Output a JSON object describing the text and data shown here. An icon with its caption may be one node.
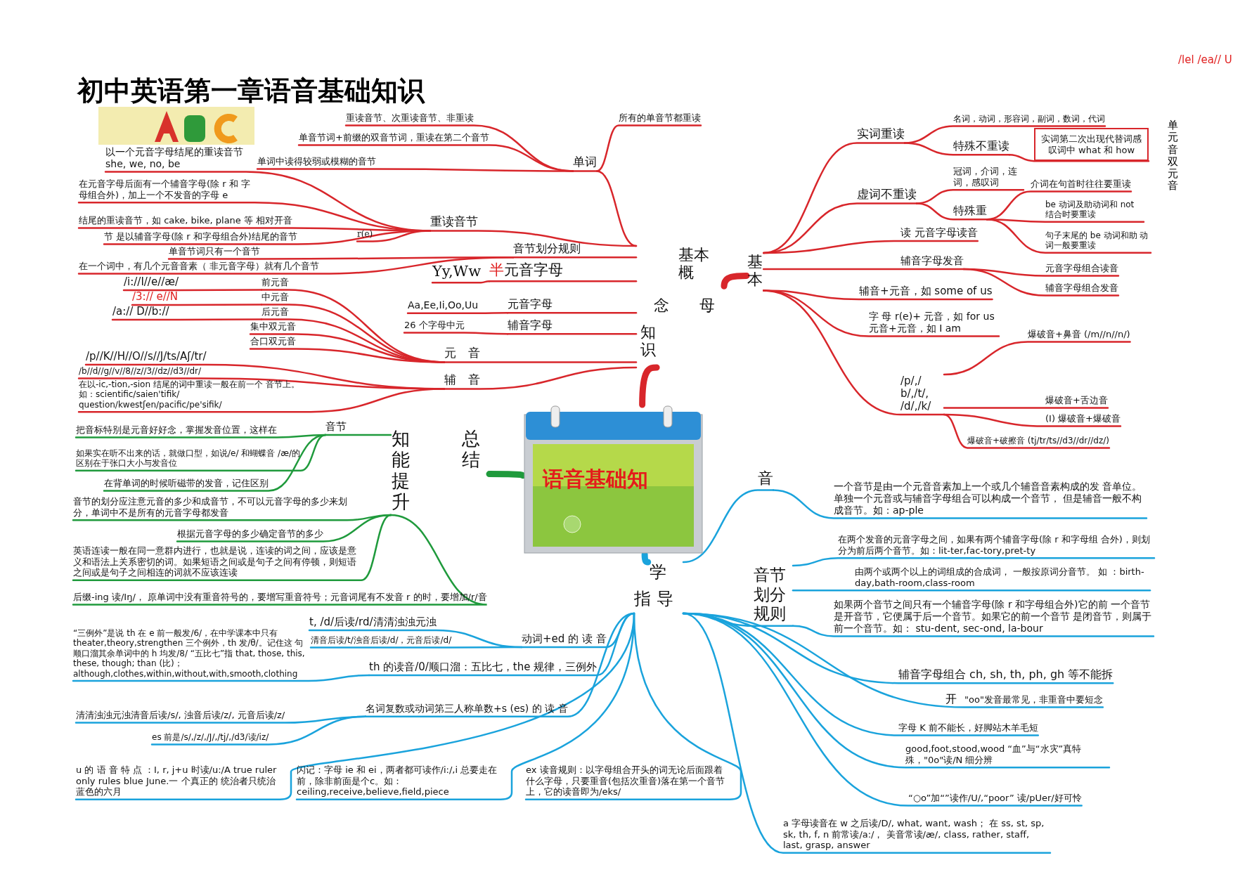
{
  "diagram": {
    "title": "初中英语第一章语音基础知识",
    "nodes": [
      {
        "text": [
          "语音基础知"
        ]
      },
      {
        "text": [
          "基本概",
          "念",
          "母",
          "知识"
        ]
      },
      {
        "text": [
          "基本"
        ]
      },
      {
        "text": [
          "单词"
        ]
      },
      {
        "text": [
          "重读音节"
        ]
      },
      {
        "text": [
          "音节划分规则"
        ]
      },
      {
        "text": [
          "半元音字母"
        ]
      },
      {
        "text": [
          "Yy,Ww"
        ]
      },
      {
        "text": [
          "元音字母"
        ]
      },
      {
        "text": [
          "Aa,Ee,Ii,Oo,Uu"
        ]
      },
      {
        "text": [
          "辅音字母"
        ]
      },
      {
        "text": [
          "26 个字母中元"
        ]
      },
      {
        "text": [
          "元　音"
        ]
      },
      {
        "text": [
          "辅　音"
        ]
      },
      {
        "text": [
          "重读音节、次重读音节、非重读"
        ]
      },
      {
        "text": [
          "单音节词+前缀的双音节词，重读在第二个音节"
        ]
      },
      {
        "text": [
          "所有的单音节都重读"
        ]
      },
      {
        "text": [
          "单词中读得较弱或模糊的音节"
        ]
      },
      {
        "text": [
          "以一个元音字母结尾的重读音节 she, we, no, be"
        ]
      },
      {
        "text": [
          "在元音字母后面有一个辅音字母(除 r 和 字母组合外)，加上一个不发音的字母 e"
        ]
      },
      {
        "text": [
          "结尾的重读音节，如 cake, bike, plane 等 相对开音"
        ]
      },
      {
        "text": [
          "节 是以辅音字母(除 r 和字母组合外)结尾的音节"
        ]
      },
      {
        "text": [
          "r(e)"
        ]
      },
      {
        "text": [
          "单音节词只有一个音节"
        ]
      },
      {
        "text": [
          "在一个词中，有几个元音音素（ 非元音字母）就有几个音节"
        ]
      },
      {
        "text": [
          "前元音"
        ]
      },
      {
        "text": [
          "中元音"
        ]
      },
      {
        "text": [
          "后元音"
        ]
      },
      {
        "text": [
          "集中双元音"
        ]
      },
      {
        "text": [
          "合口双元音"
        ]
      },
      {
        "text": [
          "/i://I//e//æ/"
        ]
      },
      {
        "text": [
          "/3:// e//N"
        ]
      },
      {
        "text": [
          "/a:// D//b://"
        ]
      },
      {
        "text": [
          "/p//K//H//O//s//J/ts/Aʃ/tr/"
        ]
      },
      {
        "text": [
          "/b//d//g//v//8//z//3//dz//d3//dr/"
        ]
      },
      {
        "text": [
          "在以-ic,-tion,-sion 结尾的词中重读一般在前一个 音节上。如：scientific/saien'tifik/ question/kwestʃen/pacific/pe'sifik/"
        ]
      },
      {
        "text": [
          "实词重读"
        ]
      },
      {
        "text": [
          "虚词不重读"
        ]
      },
      {
        "text": [
          "名词，动词，形容词，副词，数词，代词"
        ]
      },
      {
        "text": [
          "特殊不重读"
        ]
      },
      {
        "text": [
          "实词第二次出现代替词感叹词中 what 和 how"
        ]
      },
      {
        "text": [
          "冠词，介词，连词，感叹词"
        ]
      },
      {
        "text": [
          "特殊重"
        ]
      },
      {
        "text": [
          "介词在句首时往往要重读"
        ]
      },
      {
        "text": [
          "be 动词及助动词和 not 结合时要重读"
        ]
      },
      {
        "text": [
          "句子末尾的 be 动词和助 动词一般要重读"
        ]
      },
      {
        "text": [
          "读 元音字母读音"
        ]
      },
      {
        "text": [
          "辅音字母发音"
        ]
      },
      {
        "text": [
          "元音字母组合读音"
        ]
      },
      {
        "text": [
          "辅音字母组合发音"
        ]
      },
      {
        "text": [
          "辅音+元音，如 some of us"
        ]
      },
      {
        "text": [
          "字 母 r(e)+ 元音，如 for us 元音+元音，如 I am"
        ]
      },
      {
        "text": [
          "/p/,/ b/,/t/, /d/,/k/"
        ]
      },
      {
        "text": [
          "爆破音+鼻音 (/m//n//n/)"
        ]
      },
      {
        "text": [
          "爆破音+舌边音"
        ]
      },
      {
        "text": [
          "(I) 爆破音+爆破音"
        ]
      },
      {
        "text": [
          "爆破音+破擦音 (tj/tr/ts//d3//dr//dz/)"
        ]
      },
      {
        "text": [
          "知能提升",
          "总结"
        ]
      },
      {
        "text": [
          "音节"
        ]
      },
      {
        "text": [
          "把音标特别是元音好好念，掌握发音位置，这样在"
        ]
      },
      {
        "text": [
          "如果实在听不出来的话，就做口型，如说/e/ 和蝴蝶音 /æ/的区别在于张口大小与发音位"
        ]
      },
      {
        "text": [
          "在背单词的时候听磁带的发音，记住区别"
        ]
      },
      {
        "text": [
          "音节的划分应注意元音的多少和成音节，不可以元音字母的多少来划分，单词中不是所有的元音字母都发音"
        ]
      },
      {
        "text": [
          "根据元音字母的多少确定音节的多少"
        ]
      },
      {
        "text": [
          "英语连读一般在同一意群内进行，也就是说，连读的词之间，应该是意义和语法上关系密切的词。如果短语之间或是句子之间有停顿，则短语之间或是句子之间相连的词就不应该连读"
        ]
      },
      {
        "text": [
          "后缀-ing 读/Iŋ/， 原单词中没有重音符号的，要增写重音符号；元音词尾有不发音 r 的时，要增加/r/音"
        ]
      },
      {
        "text": [
          "学",
          "指 导"
        ]
      },
      {
        "text": [
          "动词+ed 的 读 音"
        ]
      },
      {
        "text": [
          "t, /d/后读/rd/清清浊浊元浊"
        ]
      },
      {
        "text": [
          "清音后读/t/浊音后读/d/，元音后读/d/"
        ]
      },
      {
        "text": [
          "th 的读音/0/顺口溜：五比七，the 规律，三例外"
        ]
      },
      {
        "text": [
          "“三例外”是说 th 在 e 前一般发/6/，在中学课本中只有 theater,theory,strengthen 三个例外，th 发/θ/。记住这 句顺口溜其余单词中的 h 均发/8/ “五比七”指 that, those, this, these, though; than (比)；although,clothes,within,without,with,smooth,clothing"
        ]
      },
      {
        "text": [
          "名词复数或动词第三人称单数+s (es) 的 读 音"
        ]
      },
      {
        "text": [
          "清清浊浊元浊清音后读/s/, 浊音后读/z/, 元音后读/z/"
        ]
      },
      {
        "text": [
          "es 前是/s/,/z/,/J/,/tj/,/d3/读/iz/"
        ]
      },
      {
        "text": [
          "u 的 语 音 特 点 ：I, r, j+u 时读/u:/A true ruler only rules blue June.一 个真正的 统治者只统治蓝色的六月"
        ]
      },
      {
        "text": [
          "闪记：字母 ie 和 ei，两者都可读作/i:/,i 总要走在前，除非前面是个c。如：ceiling,receive,believe,field,piece"
        ]
      },
      {
        "text": [
          "ex 读音规则：以字母组合开头的词无论后面跟着什么字母，只要重音(包括次重音)落在第一个音节上，它的读音即为/eks/"
        ]
      },
      {
        "text": [
          "音"
        ]
      },
      {
        "text": [
          "一个音节是由一个元音音素加上一个或几个辅音音素构成的发 音单位。单独一个元音或与辅音字母组合可以构成一个音节， 但是辅音一般不构成音节。如：ap-ple"
        ]
      },
      {
        "text": [
          "音节划分规则"
        ]
      },
      {
        "text": [
          "在两个发音的元音字母之间，如果有两个辅音字母(除 r 和字母组 合外)，则划分为前后两个音节。如：lit-ter,fac-tory,pret-ty"
        ]
      },
      {
        "text": [
          "由两个或两个以上的词组成的合成词， 一般按原词分音节。 如 ：birth-day,bath-room,class-room"
        ]
      },
      {
        "text": [
          "如果两个音节之间只有一个辅音字母(除 r 和字母组合外)它的前 一个音节是开音节，它便属于后一个音节。如果它的前一个音节 是闭音节，则属于前一个音节。如： stu-dent, sec-ond, la-bour"
        ]
      },
      {
        "text": [
          "辅音字母组合 ch, sh, th, ph, gh 等不能拆"
        ]
      },
      {
        "text": [
          "\"oo\"发音最常见，非重音中要短念"
        ]
      },
      {
        "text": [
          "字母 K 前不能长，好脚站木羊毛短"
        ]
      },
      {
        "text": [
          "good,foot,stood,wood “血”与“水灾”真特殊，\"0o\"读/N 细分辨"
        ]
      },
      {
        "text": [
          "“○o”加“”读作/U/,“poor” 读/pUer/好可怜"
        ]
      },
      {
        "text": [
          "a 字母读音在 w 之后读/D/, what, want, wash； 在 ss, st, sp, sk, th, f, n 前常读/a:/， 美音常读/æ/, class, rather, staff, last, grasp, answer"
        ]
      }
    ],
    "edges": [
      {
        "from": 0,
        "to": 1,
        "arrow": "none",
        "style": "thick"
      },
      {
        "from": 1,
        "to": 2,
        "arrow": "none",
        "style": "thick"
      },
      {
        "from": 1,
        "to": 3,
        "arrow": "none"
      },
      {
        "from": 1,
        "to": 4,
        "arrow": "none"
      },
      {
        "from": 1,
        "to": 5,
        "arrow": "none"
      },
      {
        "from": 1,
        "to": 6,
        "arrow": "none"
      },
      {
        "from": 1,
        "to": 8,
        "arrow": "none"
      },
      {
        "from": 1,
        "to": 10,
        "arrow": "none"
      },
      {
        "from": 1,
        "to": 12,
        "arrow": "none"
      },
      {
        "from": 1,
        "to": 13,
        "arrow": "none"
      },
      {
        "from": 3,
        "to": 14,
        "arrow": "none"
      },
      {
        "from": 3,
        "to": 15,
        "arrow": "none"
      },
      {
        "from": 3,
        "to": 16,
        "arrow": "none"
      },
      {
        "from": 3,
        "to": 17,
        "arrow": "none"
      },
      {
        "from": 4,
        "to": 18,
        "arrow": "none"
      },
      {
        "from": 4,
        "to": 19,
        "arrow": "none"
      },
      {
        "from": 4,
        "to": 20,
        "arrow": "none"
      },
      {
        "from": 4,
        "to": 21,
        "arrow": "none"
      },
      {
        "from": 4,
        "to": 22,
        "arrow": "none"
      },
      {
        "from": 5,
        "to": 23,
        "arrow": "none"
      },
      {
        "from": 5,
        "to": 24,
        "arrow": "none"
      },
      {
        "from": 6,
        "to": 7,
        "arrow": "none"
      },
      {
        "from": 8,
        "to": 9,
        "arrow": "none"
      },
      {
        "from": 10,
        "to": 11,
        "arrow": "none"
      },
      {
        "from": 12,
        "to": 25,
        "arrow": "none"
      },
      {
        "from": 12,
        "to": 26,
        "arrow": "none"
      },
      {
        "from": 12,
        "to": 27,
        "arrow": "none"
      },
      {
        "from": 12,
        "to": 28,
        "arrow": "none"
      },
      {
        "from": 12,
        "to": 29,
        "arrow": "none"
      },
      {
        "from": 25,
        "to": 30,
        "arrow": "none"
      },
      {
        "from": 26,
        "to": 31,
        "arrow": "none"
      },
      {
        "from": 27,
        "to": 32,
        "arrow": "none"
      },
      {
        "from": 13,
        "to": 33,
        "arrow": "none"
      },
      {
        "from": 13,
        "to": 34,
        "arrow": "none"
      },
      {
        "from": 13,
        "to": 35,
        "arrow": "none"
      },
      {
        "from": 2,
        "to": 36,
        "arrow": "none"
      },
      {
        "from": 2,
        "to": 37,
        "arrow": "none"
      },
      {
        "from": 36,
        "to": 38,
        "arrow": "none"
      },
      {
        "from": 36,
        "to": 39,
        "arrow": "none"
      },
      {
        "from": 39,
        "to": 40,
        "arrow": "none"
      },
      {
        "from": 37,
        "to": 41,
        "arrow": "none"
      },
      {
        "from": 37,
        "to": 42,
        "arrow": "none"
      },
      {
        "from": 42,
        "to": 43,
        "arrow": "none"
      },
      {
        "from": 42,
        "to": 44,
        "arrow": "none"
      },
      {
        "from": 42,
        "to": 45,
        "arrow": "none"
      },
      {
        "from": 2,
        "to": 46,
        "arrow": "none"
      },
      {
        "from": 2,
        "to": 47,
        "arrow": "none"
      },
      {
        "from": 47,
        "to": 48,
        "arrow": "none"
      },
      {
        "from": 47,
        "to": 49,
        "arrow": "none"
      },
      {
        "from": 2,
        "to": 50,
        "arrow": "none"
      },
      {
        "from": 2,
        "to": 51,
        "arrow": "none"
      },
      {
        "from": 2,
        "to": 52,
        "arrow": "none"
      },
      {
        "from": 52,
        "to": 53,
        "arrow": "none"
      },
      {
        "from": 52,
        "to": 54,
        "arrow": "none"
      },
      {
        "from": 52,
        "to": 55,
        "arrow": "none"
      },
      {
        "from": 52,
        "to": 56,
        "arrow": "none"
      },
      {
        "from": 0,
        "to": 57,
        "arrow": "none",
        "style": "thick",
        "color": "#1f9a3c"
      },
      {
        "from": 57,
        "to": 58,
        "arrow": "none",
        "color": "#1f9a3c"
      },
      {
        "from": 58,
        "to": 59,
        "arrow": "none",
        "color": "#1f9a3c"
      },
      {
        "from": 58,
        "to": 60,
        "arrow": "none",
        "color": "#1f9a3c"
      },
      {
        "from": 58,
        "to": 61,
        "arrow": "none",
        "color": "#1f9a3c"
      },
      {
        "from": 57,
        "to": 62,
        "arrow": "none",
        "color": "#1f9a3c"
      },
      {
        "from": 57,
        "to": 63,
        "arrow": "none",
        "color": "#1f9a3c"
      },
      {
        "from": 57,
        "to": 64,
        "arrow": "none",
        "color": "#1f9a3c"
      },
      {
        "from": 57,
        "to": 65,
        "arrow": "none",
        "color": "#1f9a3c"
      },
      {
        "from": 0,
        "to": 66,
        "arrow": "none",
        "style": "thick",
        "color": "#1aa3dc"
      },
      {
        "from": 66,
        "to": 67,
        "arrow": "none",
        "color": "#1aa3dc"
      },
      {
        "from": 67,
        "to": 68,
        "arrow": "none",
        "color": "#1aa3dc"
      },
      {
        "from": 67,
        "to": 69,
        "arrow": "none",
        "color": "#1aa3dc"
      },
      {
        "from": 66,
        "to": 70,
        "arrow": "none",
        "color": "#1aa3dc"
      },
      {
        "from": 70,
        "to": 71,
        "arrow": "none",
        "color": "#1aa3dc"
      },
      {
        "from": 66,
        "to": 72,
        "arrow": "none",
        "color": "#1aa3dc"
      },
      {
        "from": 72,
        "to": 73,
        "arrow": "none",
        "color": "#1aa3dc"
      },
      {
        "from": 72,
        "to": 74,
        "arrow": "none",
        "color": "#1aa3dc"
      },
      {
        "from": 66,
        "to": 75,
        "arrow": "none",
        "color": "#1aa3dc"
      },
      {
        "from": 66,
        "to": 76,
        "arrow": "none",
        "color": "#1aa3dc"
      },
      {
        "from": 66,
        "to": 77,
        "arrow": "none",
        "color": "#1aa3dc"
      },
      {
        "from": 66,
        "to": 78,
        "arrow": "none",
        "color": "#1aa3dc"
      },
      {
        "from": 78,
        "to": 79,
        "arrow": "none",
        "color": "#1aa3dc"
      },
      {
        "from": 66,
        "to": 80,
        "arrow": "none",
        "color": "#1aa3dc"
      },
      {
        "from": 80,
        "to": 81,
        "arrow": "none",
        "color": "#1aa3dc"
      },
      {
        "from": 80,
        "to": 82,
        "arrow": "none",
        "color": "#1aa3dc"
      },
      {
        "from": 80,
        "to": 83,
        "arrow": "none",
        "color": "#1aa3dc"
      },
      {
        "from": 66,
        "to": 84,
        "arrow": "none",
        "color": "#1aa3dc"
      },
      {
        "from": 66,
        "to": 85,
        "arrow": "none",
        "color": "#1aa3dc"
      },
      {
        "from": 66,
        "to": 86,
        "arrow": "none",
        "color": "#1aa3dc"
      },
      {
        "from": 66,
        "to": 87,
        "arrow": "none",
        "color": "#1aa3dc"
      },
      {
        "from": 66,
        "to": 88,
        "arrow": "none",
        "color": "#1aa3dc"
      },
      {
        "from": 66,
        "to": 89,
        "arrow": "none",
        "color": "#1aa3dc"
      }
    ],
    "labels": [
      "/lel /ea// U",
      "单元音双元音",
      "开"
    ]
  }
}
